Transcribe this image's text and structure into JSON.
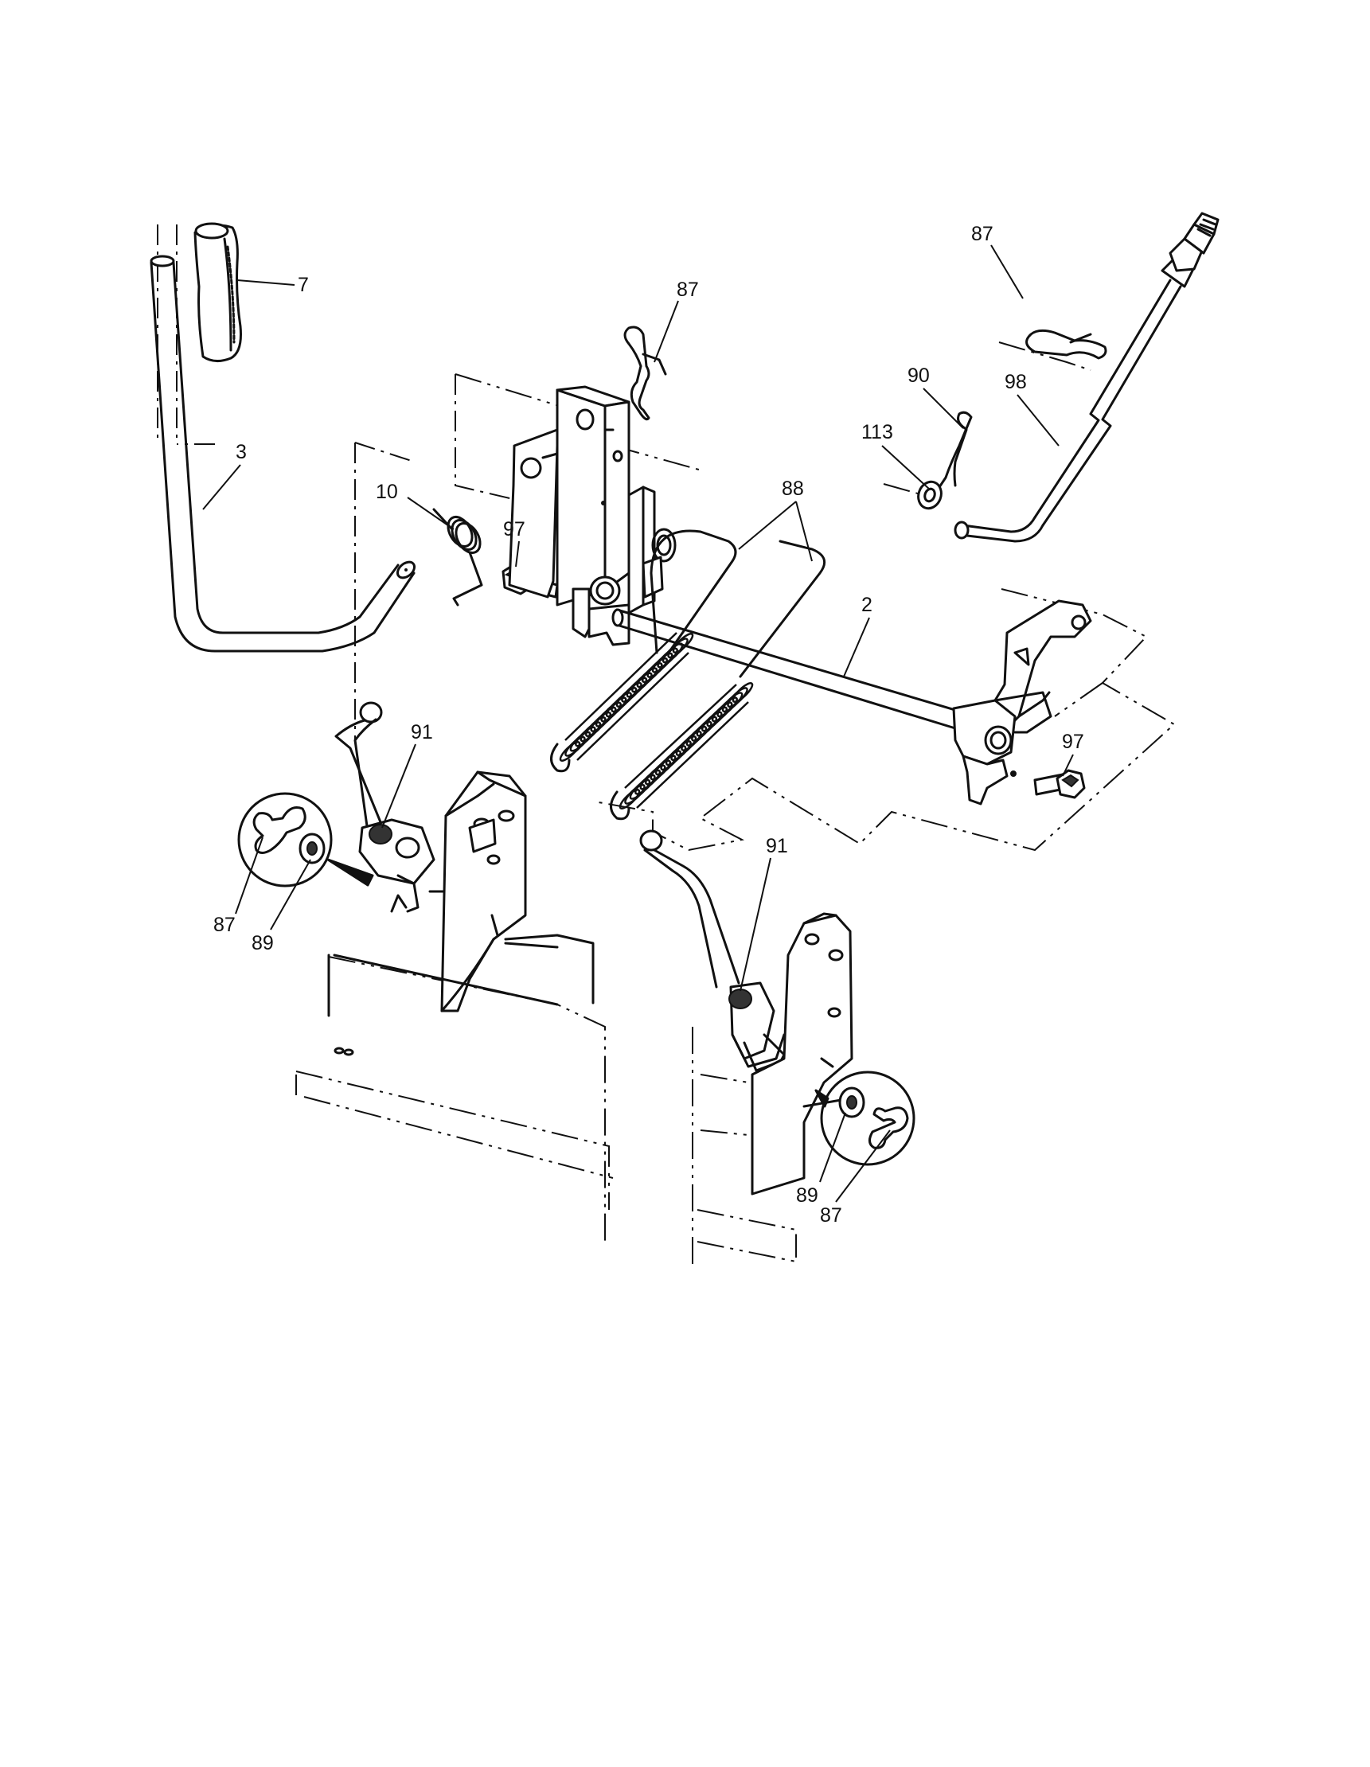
{
  "callouts": {
    "c7": "7",
    "c3": "3",
    "c87_top": "87",
    "c10": "10",
    "c97_left": "97",
    "c88": "88",
    "c2": "2",
    "c87_topright": "87",
    "c90": "90",
    "c98": "98",
    "c113": "113",
    "c97_right": "97",
    "c91_left": "91",
    "c87_left": "87",
    "c89_left": "89",
    "c91_right": "91",
    "c89_right": "89",
    "c87_right": "87"
  }
}
